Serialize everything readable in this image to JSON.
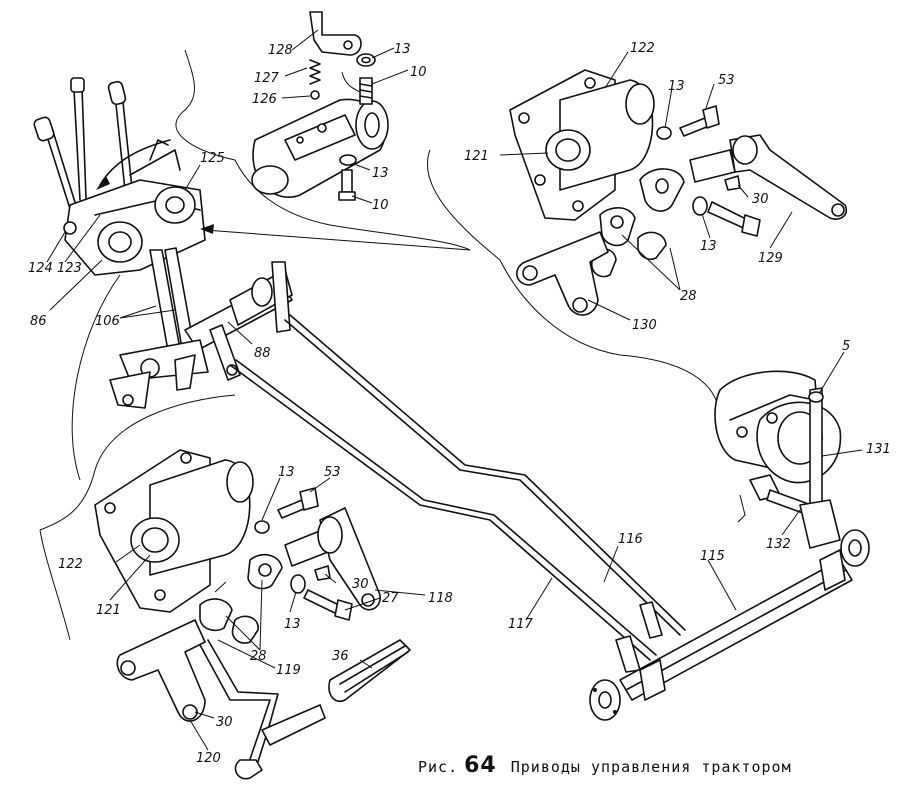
{
  "caption": {
    "prefix": "Рис.",
    "number": "64",
    "title": "Приводы управления трактором"
  },
  "callouts": [
    "128",
    "13",
    "127",
    "10",
    "126",
    "13",
    "10",
    "125",
    "124",
    "123",
    "86",
    "106",
    "88",
    "122",
    "13",
    "53",
    "121",
    "30",
    "13",
    "129",
    "28",
    "130",
    "5",
    "131",
    "132",
    "13",
    "53",
    "122",
    "121",
    "30",
    "27",
    "118",
    "28",
    "13",
    "119",
    "36",
    "30",
    "120",
    "116",
    "115",
    "117"
  ]
}
